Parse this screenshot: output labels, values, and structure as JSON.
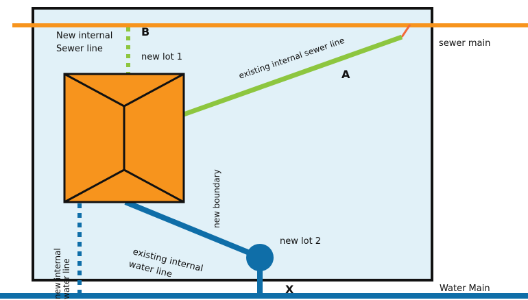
{
  "colors": {
    "background": "#ffffff",
    "lot_fill": "#e1f1f8",
    "outline": "#111111",
    "sewer_main": "#f7941d",
    "sewer_internal": "#8dc63f",
    "sewer_connection": "#f26a3a",
    "water": "#0f6ea8",
    "house_fill": "#f7941d"
  },
  "labels": {
    "new_internal_sewer_line_1": "New internal",
    "new_internal_sewer_line_2": "Sewer line",
    "marker_b": "B",
    "new_lot_1": "new lot 1",
    "existing_internal_sewer_line": "existing internal sewer line",
    "marker_a": "A",
    "sewer_main": "sewer main",
    "new_boundary": "new boundary",
    "new_lot_2": "new lot 2",
    "existing_internal_water_line_1": "existing internal",
    "existing_internal_water_line_2": "water line",
    "new_internal_water_line_1": "new internal",
    "new_internal_water_line_2": "water line",
    "marker_x": "X",
    "water_main": "Water Main"
  },
  "icons": {
    "house": "house-roof-icon",
    "water_meter": "water-connection-icon"
  }
}
